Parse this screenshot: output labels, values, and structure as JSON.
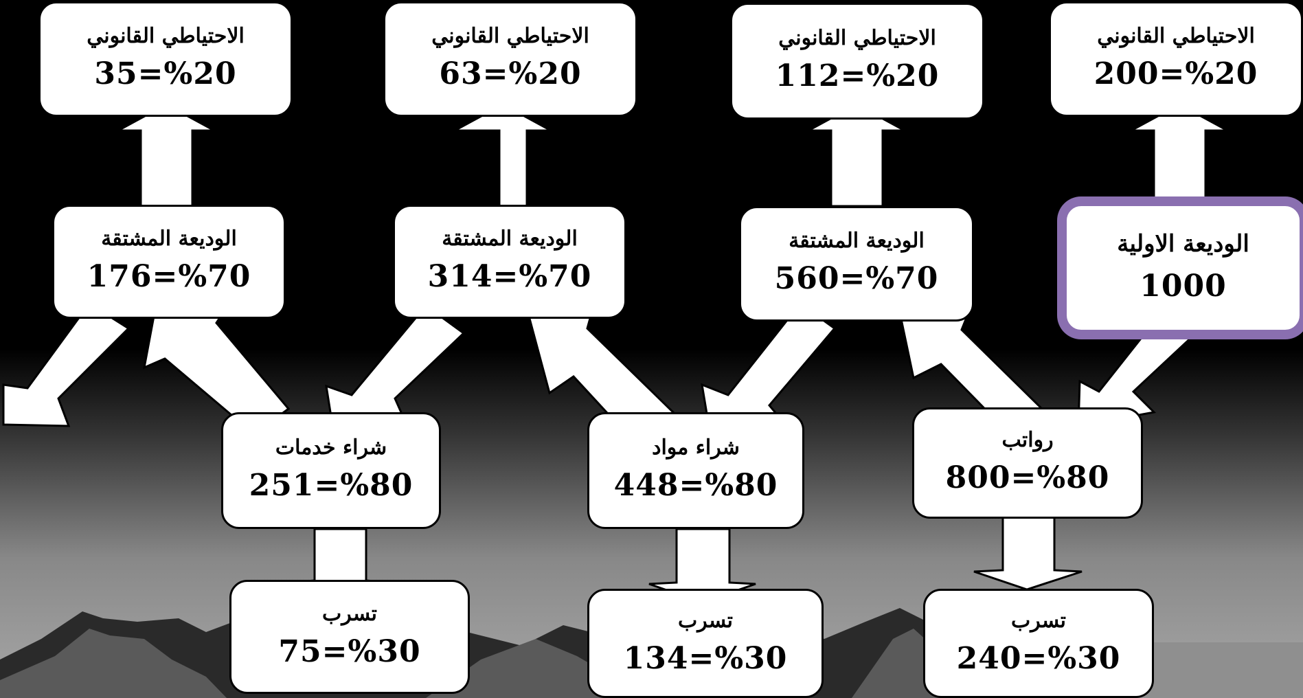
{
  "reserves": [
    {
      "label": "الاحتياطي القانوني",
      "value": "35=%20"
    },
    {
      "label": "الاحتياطي القانوني",
      "value": "63=%20"
    },
    {
      "label": "الاحتياطي القانوني",
      "value": "112=%20"
    },
    {
      "label": "الاحتياطي القانوني",
      "value": "200=%20"
    }
  ],
  "deposits": [
    {
      "label": "الوديعة المشتقة",
      "value": "176=%70"
    },
    {
      "label": "الوديعة المشتقة",
      "value": "314=%70"
    },
    {
      "label": "الوديعة المشتقة",
      "value": "560=%70"
    },
    {
      "label": "الوديعة الاولية",
      "value": "1000"
    }
  ],
  "spending": [
    {
      "label": "شراء خدمات",
      "value": "251=%80"
    },
    {
      "label": "شراء مواد",
      "value": "448=%80"
    },
    {
      "label": "رواتب",
      "value": "800=%80"
    }
  ],
  "leakage": [
    {
      "label": "تسرب",
      "value": "75=%30"
    },
    {
      "label": "تسرب",
      "value": "134=%30"
    },
    {
      "label": "تسرب",
      "value": "240=%30"
    }
  ],
  "colors": {
    "background_top": "#000000",
    "background_bottom": "#9a9a9a",
    "initial_border": "#8a6fb0",
    "box": "#ffffff"
  }
}
